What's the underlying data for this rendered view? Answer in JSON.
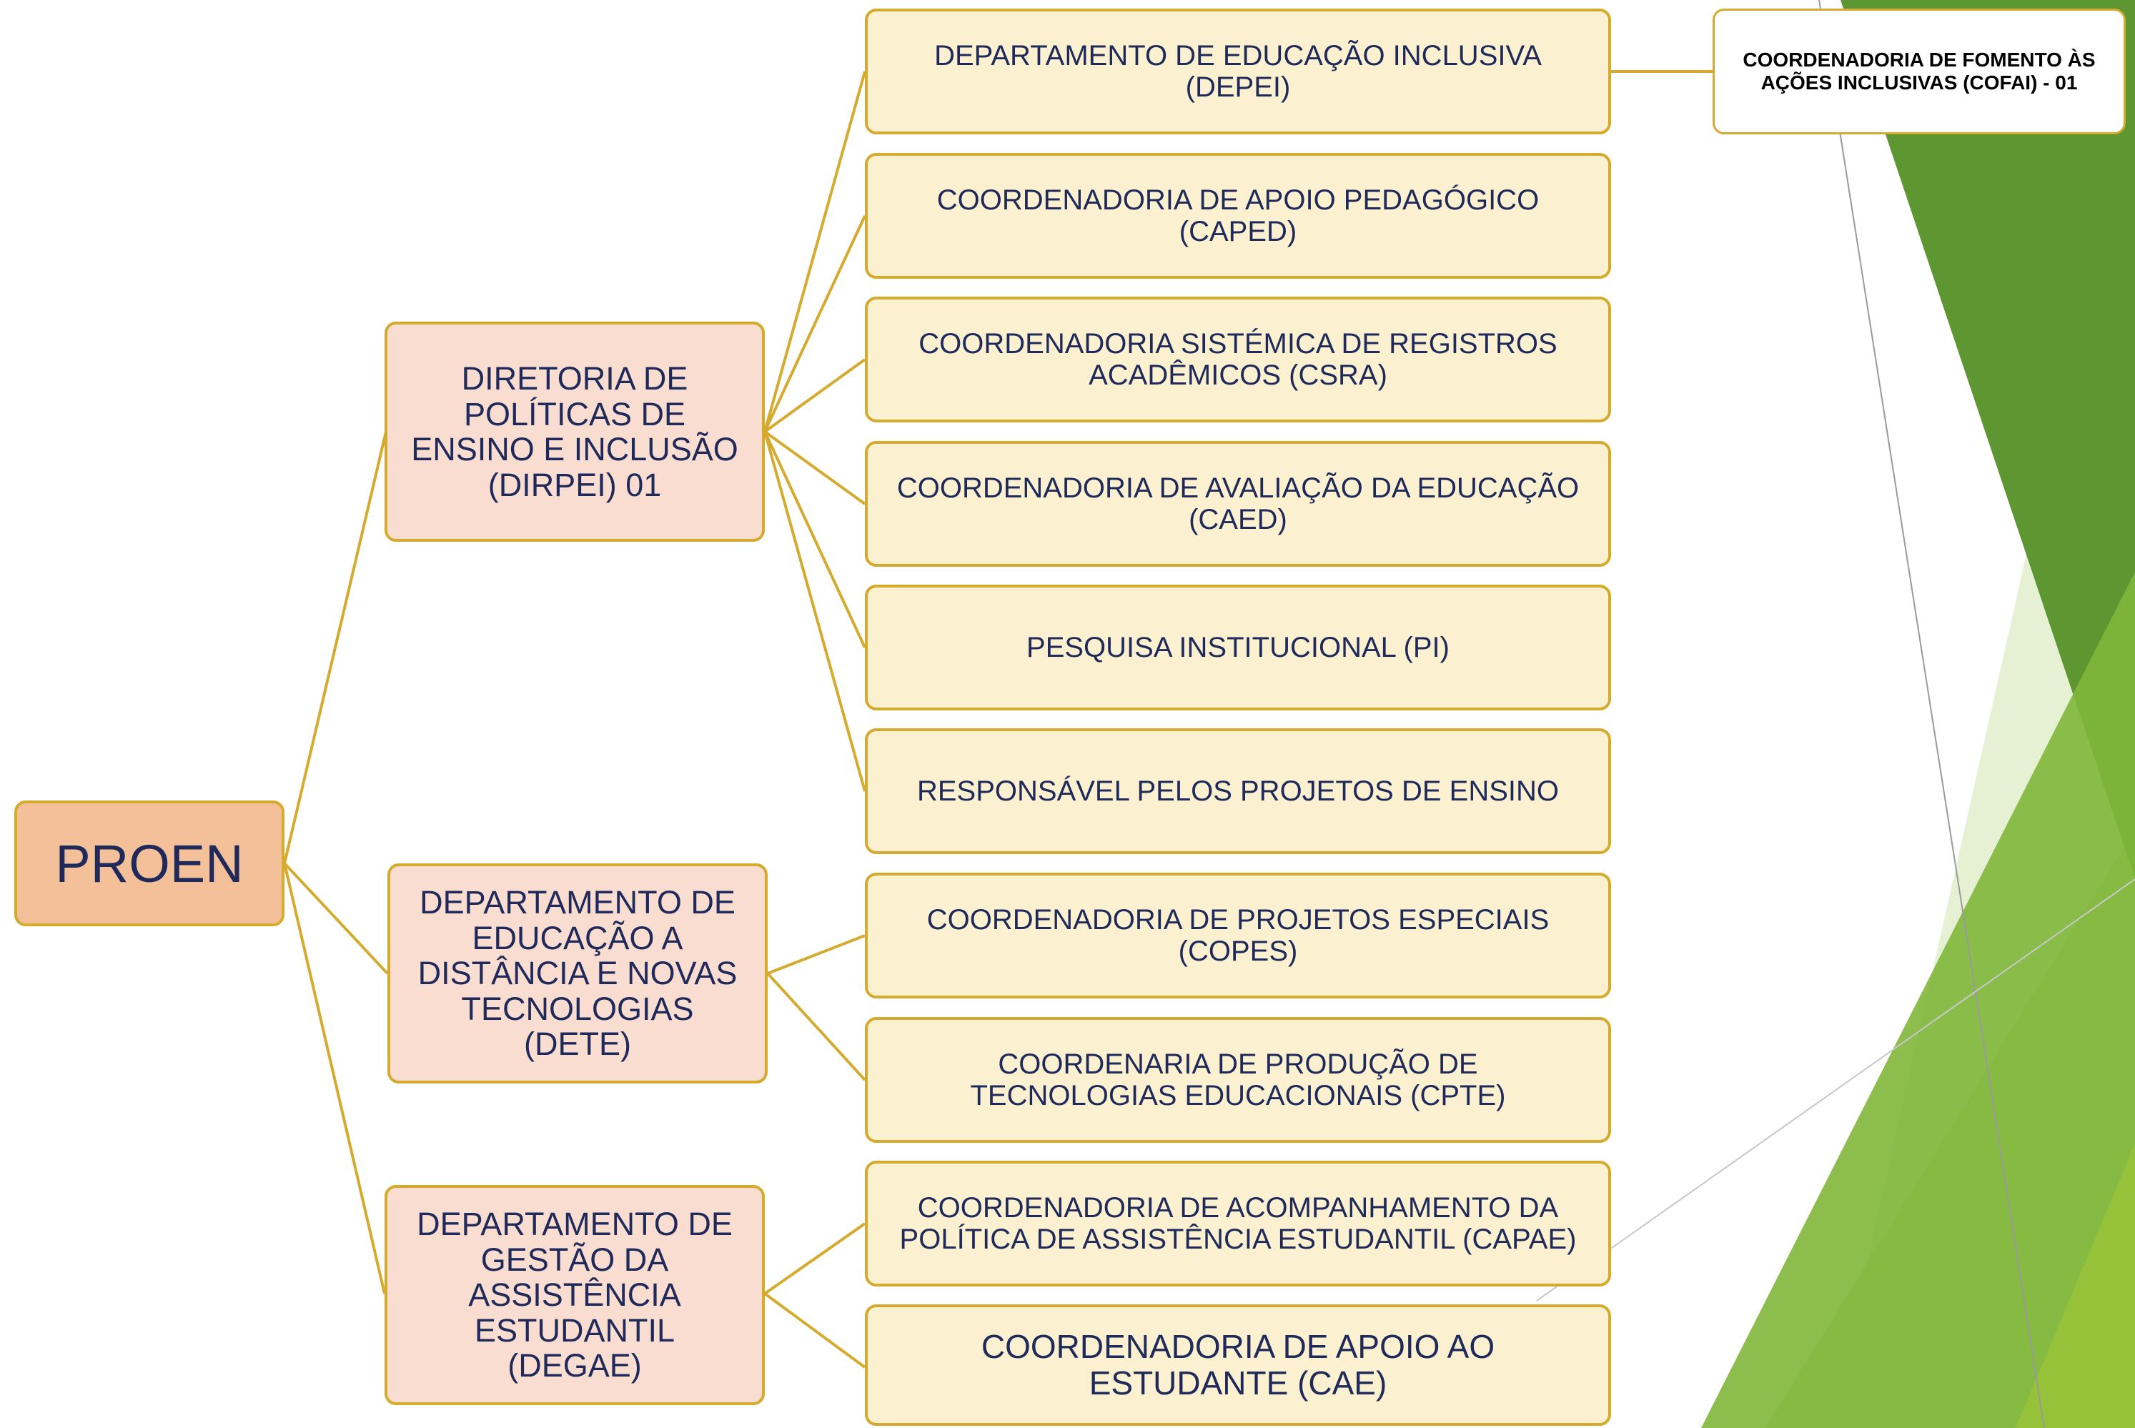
{
  "root": {
    "label": "PROEN"
  },
  "directorates": [
    {
      "label": "DIRETORIA DE\nPOLÍTICAS DE\nENSINO E INCLUSÃO\n(DIRPEI) 01"
    },
    {
      "label": "DEPARTAMENTO DE\nEDUCAÇÃO A\nDISTÂNCIA E NOVAS\nTECNOLOGIAS\n(DETE)"
    },
    {
      "label": "DEPARTAMENTO DE\nGESTÃO DA\nASSISTÊNCIA\nESTUDANTIL\n(DEGAE)"
    }
  ],
  "units": [
    {
      "label": "DEPARTAMENTO DE EDUCAÇÃO INCLUSIVA\n(DEPEI)"
    },
    {
      "label": "COORDENADORIA DE APOIO PEDAGÓGICO\n(CAPED)"
    },
    {
      "label": "COORDENADORIA SISTÉMICA DE REGISTROS\nACADÊMICOS (CSRA)"
    },
    {
      "label": "COORDENADORIA DE AVALIAÇÃO DA EDUCAÇÃO\n(CAED)"
    },
    {
      "label": "PESQUISA INSTITUCIONAL (PI)"
    },
    {
      "label": "RESPONSÁVEL PELOS PROJETOS DE ENSINO"
    },
    {
      "label": "COORDENADORIA DE PROJETOS ESPECIAIS\n(COPES)"
    },
    {
      "label": "COORDENARIA DE PRODUÇÃO DE\nTECNOLOGIAS EDUCACIONAIS (CPTE)"
    },
    {
      "label": "COORDENADORIA DE ACOMPANHAMENTO DA\nPOLÍTICA DE ASSISTÊNCIA ESTUDANTIL (CAPAE)"
    },
    {
      "label": "COORDENADORIA DE APOIO AO\nESTUDANTE (CAE)"
    }
  ],
  "sub_unit": {
    "label": "COORDENADORIA DE FOMENTO ÀS\nAÇÕES INCLUSIVAS (COFAI)  - 01"
  },
  "colors": {
    "connector": "#d4ab2e",
    "box_border": "#d4ab2e",
    "root_fill": "#f4c09a",
    "directorate_fill": "#f9ddd0",
    "unit_fill": "#fbf1d0",
    "text": "#1f2a5a",
    "green_dark": "#5e9632",
    "green_mid": "#7fb63a",
    "green_light": "#c8e09a"
  }
}
